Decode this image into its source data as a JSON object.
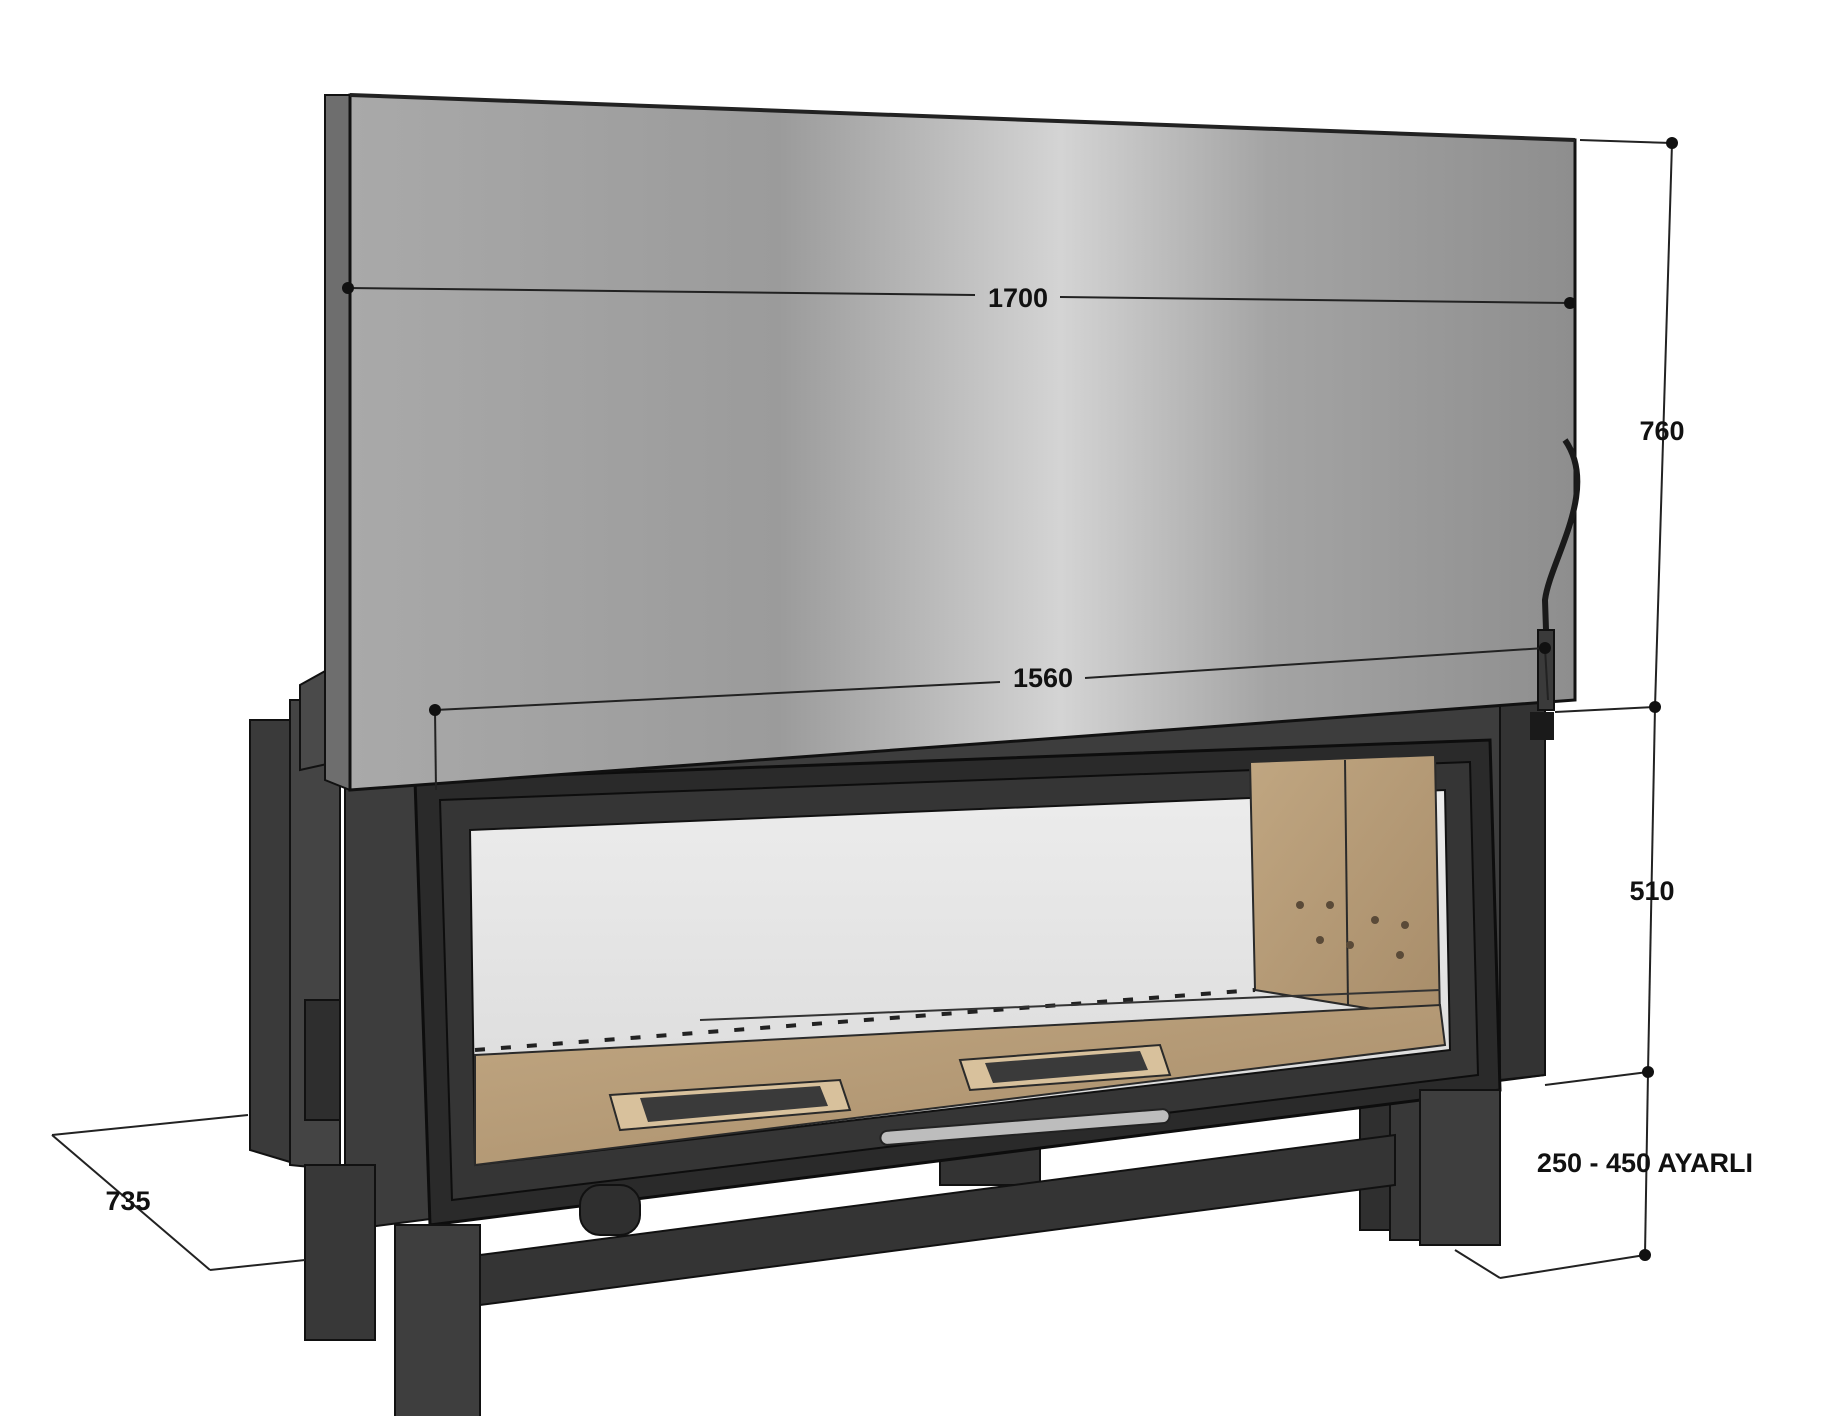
{
  "product": "fireplace-insert-technical-drawing",
  "dimensions": {
    "width_top": "1700",
    "height_total": "760",
    "width_opening": "1560",
    "height_body": "510",
    "depth": "735",
    "leg_adjustment": "250 - 450 AYARLI"
  },
  "colors": {
    "hood_light": "#c8c8c8",
    "hood_dark": "#8c8c8c",
    "body": "#3d3d3d",
    "frame": "#2a2a2a",
    "glass": "#e4e4e4",
    "firebrick": "#b49a78",
    "dimension_ink": "#111111"
  }
}
